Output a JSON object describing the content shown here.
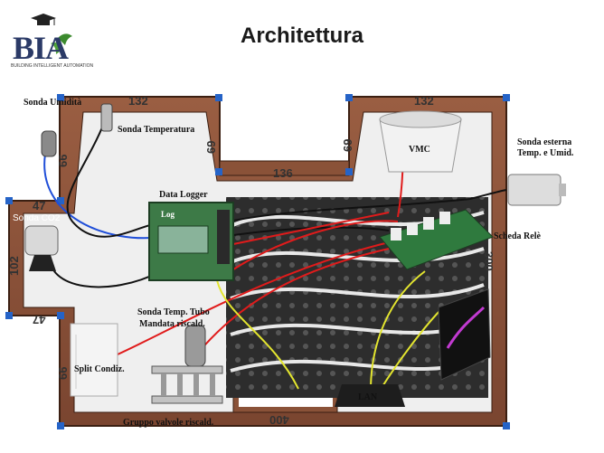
{
  "page": {
    "title": "Architettura"
  },
  "logo": {
    "text": "BIA",
    "tagline": "BUILDING INTELLIGENT AUTOMATION"
  },
  "labels": {
    "sonda_umidita": "Sonda Umidità",
    "sonda_temperatura": "Sonda Temperatura",
    "data_logger": "Data Logger",
    "log": "Log",
    "sonda_co2": "Sonda CO2",
    "vmc": "VMC",
    "sonda_esterna_1": "Sonda esterna",
    "sonda_esterna_2": "Temp. e Umid.",
    "scheda_rele": "Scheda Relè",
    "sonda_tubo_1": "Sonda Temp. Tubo",
    "sonda_tubo_2": "Mandata riscald.",
    "split": "Split Condiz.",
    "lan": "LAN",
    "gruppo_valvole": "Gruppo valvole riscald."
  },
  "dimensions": {
    "top_left": "132",
    "top_right": "132",
    "alcove_bottom": "136",
    "alcove_left": "69",
    "alcove_right": "69",
    "left_upper": "66",
    "left_lower": "66",
    "bay_top": "47",
    "bay_bottom": "47",
    "bay_side": "102",
    "right_side": "300",
    "bottom": "400"
  },
  "colors": {
    "wall": "#8a5238",
    "wall_border": "#3b1f12",
    "corner": "#2563c7",
    "floor": "#eeeeee",
    "wire_red": "#e01b1b",
    "wire_yellow": "#e3e52f",
    "wire_blue": "#1f4ed8",
    "wire_black": "#111111",
    "board_green": "#2f7a3e"
  }
}
